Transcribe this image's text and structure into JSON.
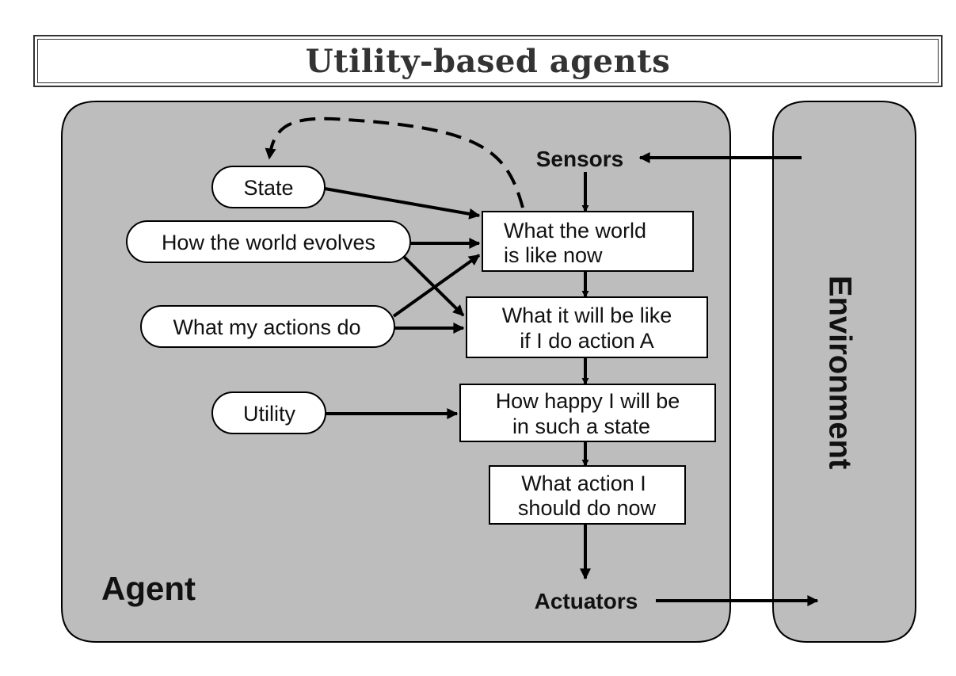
{
  "title": "Utility-based agents",
  "diagram": {
    "agent_label": "Agent",
    "environment_label": "Environment",
    "sensors_label": "Sensors",
    "actuators_label": "Actuators",
    "state_nodes": {
      "state": "State",
      "world_evolves": "How the world evolves",
      "actions_do": "What my actions do",
      "utility": "Utility"
    },
    "process_boxes": {
      "world_now": [
        "What the world",
        "is like now"
      ],
      "action_a": [
        "What it will be like",
        "if I do action A"
      ],
      "happy": [
        "How happy I will be",
        "in such a state"
      ],
      "action_now": [
        "What action I",
        "should do now"
      ]
    },
    "colors": {
      "panel": "#bdbdbd",
      "stroke": "#000000",
      "box": "#ffffff"
    }
  }
}
